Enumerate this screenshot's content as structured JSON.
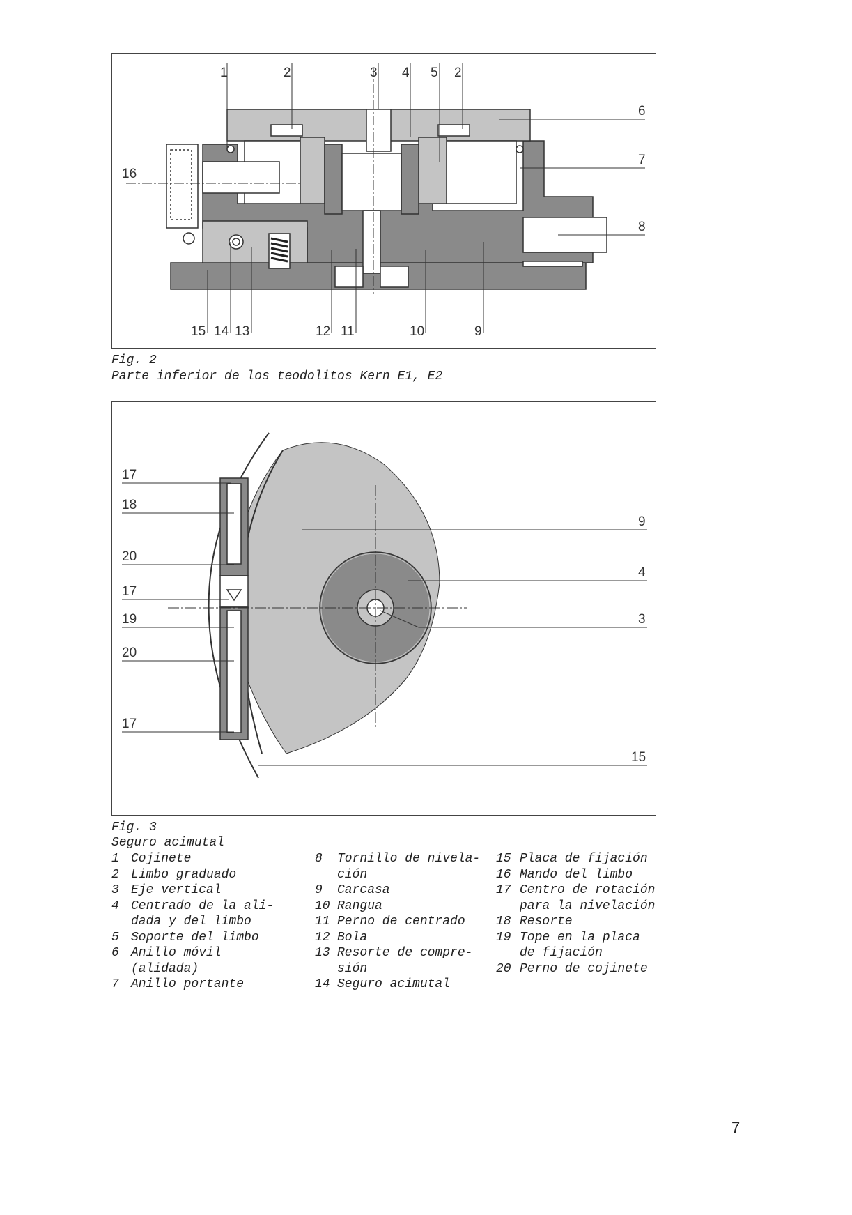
{
  "figure2": {
    "caption_number": "Fig. 2",
    "caption_title": "Parte inferior de los teodolitos Kern E1, E2",
    "labels_top": [
      "1",
      "2",
      "3",
      "4",
      "5",
      "2"
    ],
    "labels_right": [
      "6",
      "7",
      "8"
    ],
    "label_left": "16",
    "labels_bottom": [
      "15",
      "14",
      "13",
      "12",
      "11",
      "10",
      "9"
    ]
  },
  "figure3": {
    "caption_number": "Fig. 3",
    "caption_title": "Seguro acimutal",
    "labels_left": [
      "17",
      "18",
      "20",
      "17",
      "19",
      "20",
      "17"
    ],
    "labels_right": [
      "9",
      "4",
      "3",
      "15"
    ]
  },
  "legend": {
    "col1": [
      {
        "num": "1",
        "text": "Cojinete"
      },
      {
        "num": "2",
        "text": "Limbo graduado"
      },
      {
        "num": "3",
        "text": "Eje vertical"
      },
      {
        "num": "4",
        "text": "Centrado de la ali-"
      },
      {
        "num": "",
        "text": "dada y del limbo"
      },
      {
        "num": "5",
        "text": "Soporte del limbo"
      },
      {
        "num": "6",
        "text": "Anillo móvil"
      },
      {
        "num": "",
        "text": "(alidada)"
      },
      {
        "num": "7",
        "text": "Anillo portante"
      }
    ],
    "col2": [
      {
        "num": "8",
        "text": "Tornillo de nivela-"
      },
      {
        "num": "",
        "text": "ción"
      },
      {
        "num": "9",
        "text": "Carcasa"
      },
      {
        "num": "10",
        "text": "Rangua"
      },
      {
        "num": "11",
        "text": "Perno de centrado"
      },
      {
        "num": "12",
        "text": "Bola"
      },
      {
        "num": "13",
        "text": "Resorte de compre-"
      },
      {
        "num": "",
        "text": "sión"
      },
      {
        "num": "14",
        "text": "Seguro acimutal"
      }
    ],
    "col3": [
      {
        "num": "15",
        "text": "Placa de fijación"
      },
      {
        "num": "16",
        "text": "Mando del limbo"
      },
      {
        "num": "17",
        "text": "Centro de rotación"
      },
      {
        "num": "",
        "text": "para la nivelación"
      },
      {
        "num": "18",
        "text": "Resorte"
      },
      {
        "num": "19",
        "text": "Tope en la placa"
      },
      {
        "num": "",
        "text": "de fijación"
      },
      {
        "num": "20",
        "text": "Perno de cojinete"
      }
    ]
  },
  "page_number": "7",
  "colors": {
    "dark_gray": "#8a8a8a",
    "light_gray": "#c4c4c4",
    "line": "#333333"
  }
}
